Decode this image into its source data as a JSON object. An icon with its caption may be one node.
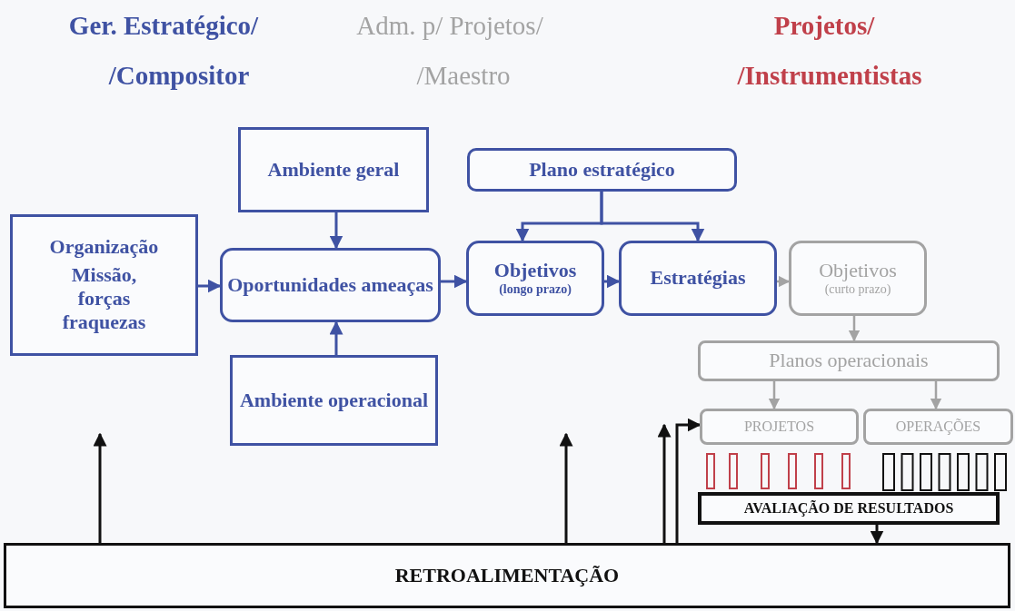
{
  "diagram": {
    "nodes": [
      {
        "text": [
          "Ambiente geral"
        ]
      },
      {
        "text": [
          "Organização",
          "Missão, forças fraquezas"
        ]
      },
      {
        "text": [
          "Oportunidades ameaças"
        ]
      },
      {
        "text": [
          "Ambiente operacional"
        ]
      },
      {
        "text": [
          "Plano estratégico"
        ]
      },
      {
        "text": [
          "Objetivos",
          "(longo prazo)"
        ]
      },
      {
        "text": [
          "Estratégias"
        ]
      },
      {
        "text": [
          "Objetivos",
          "(curto prazo)"
        ]
      },
      {
        "text": [
          "Planos operacionais"
        ]
      },
      {
        "text": [
          "PROJETOS"
        ]
      },
      {
        "text": [
          "OPERAÇÕES"
        ]
      },
      {
        "text": [
          "AVALIAÇÃO DE RESULTADOS"
        ]
      },
      {
        "text": [
          "RETROALIMENTAÇÃO"
        ]
      }
    ],
    "edges": [
      {
        "from": 0,
        "to": 2,
        "arrow": "to"
      },
      {
        "from": 3,
        "to": 2,
        "arrow": "to"
      },
      {
        "from": 1,
        "to": 2,
        "arrow": "to"
      },
      {
        "from": 2,
        "to": 5,
        "arrow": "to"
      },
      {
        "from": 4,
        "to": 5,
        "arrow": "to"
      },
      {
        "from": 4,
        "to": 6,
        "arrow": "to"
      },
      {
        "from": 5,
        "to": 6,
        "arrow": "to"
      },
      {
        "from": 6,
        "to": 7,
        "arrow": "to",
        "color": "#a3a3a3"
      },
      {
        "from": 7,
        "to": 8,
        "arrow": "to",
        "color": "#a3a3a3"
      },
      {
        "from": 8,
        "to": 9,
        "arrow": "to",
        "color": "#a3a3a3"
      },
      {
        "from": 8,
        "to": 10,
        "arrow": "to",
        "color": "#a3a3a3"
      },
      {
        "from": 11,
        "to": 12,
        "arrow": "to",
        "color": "#111111"
      },
      {
        "from": 12,
        "to": null,
        "arrow": "to",
        "color": "#111111"
      },
      {
        "from": 12,
        "to": null,
        "arrow": "to",
        "color": "#111111"
      },
      {
        "from": 12,
        "to": null,
        "arrow": "to",
        "color": "#111111"
      },
      {
        "from": 12,
        "to": 9,
        "arrow": "to",
        "color": "#111111"
      }
    ],
    "labels": [
      "Ger. Estratégico/",
      "Adm. p/ Projetos/",
      "Projetos/",
      "/Compositor",
      "/Maestro",
      "/Instrumentistas"
    ]
  }
}
